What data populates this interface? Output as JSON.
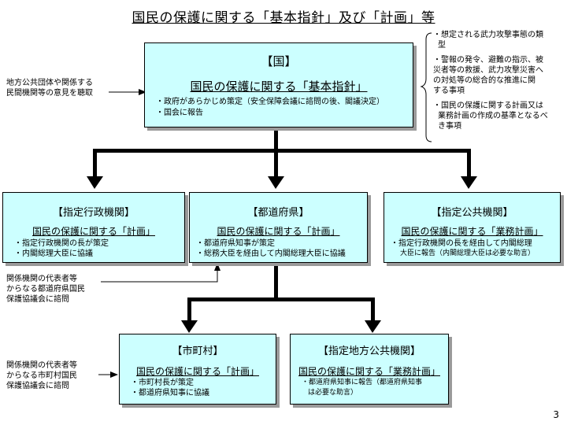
{
  "title": "国民の保護に関する「基本指針」及び「計画」等",
  "national": {
    "header": "【国】",
    "subtitle": "国民の保護に関する「基本指針」",
    "lines": [
      "・政府があらかじめ策定（安全保障会議に諮問の後、閣議決定）",
      "・国会に報告"
    ]
  },
  "left_note_national": [
    "地方公共団体や関係する",
    "民間機関等の意見を聴取"
  ],
  "right_notes": [
    [
      "・想定される武力攻撃事態の類",
      "型"
    ],
    [
      "・警報の発令、避難の指示、被",
      "災者等の救援、武力攻撃災害へ",
      "の対処等の総合的な推進に関",
      "する事項"
    ],
    [
      "・国民の保護に関する計画又は",
      "業務計画の作成の基準となるべ",
      "き事項"
    ]
  ],
  "designated_admin": {
    "header": "【指定行政機関】",
    "subtitle": "国民の保護に関する「計画」",
    "lines": [
      "・指定行政機関の長が策定",
      "・内閣総理大臣に協議"
    ]
  },
  "prefecture": {
    "header": "【都道府県】",
    "subtitle": "国民の保護に関する「計画」",
    "lines": [
      "・都道府県知事が策定",
      "・総務大臣を経由して内閣総理大臣に協議"
    ]
  },
  "designated_public": {
    "header": "【指定公共機関】",
    "subtitle": "国民の保護に関する「業務計画」",
    "lines": [
      "・指定行政機関の長を経由して内閣総理",
      "大臣に報告（内閣総理大臣は必要な助言）"
    ]
  },
  "left_note_prefecture": [
    "関係機関の代表者等",
    "からなる都道府県国民",
    "保護協議会に諮問"
  ],
  "municipality": {
    "header": "【市町村】",
    "subtitle": "国民の保護に関する「計画」",
    "lines": [
      "・市町村長が策定",
      "・都道府県知事に協議"
    ]
  },
  "designated_local_public": {
    "header": "【指定地方公共機関】",
    "subtitle": "国民の保護に関する「業務計画」",
    "lines": [
      "・都道府県知事に報告（都道府県知事",
      "は必要な助言）"
    ]
  },
  "left_note_municipality": [
    "関係機関の代表者等",
    "からなる市町村国民",
    "保護協議会に諮問"
  ],
  "page_number": "3"
}
